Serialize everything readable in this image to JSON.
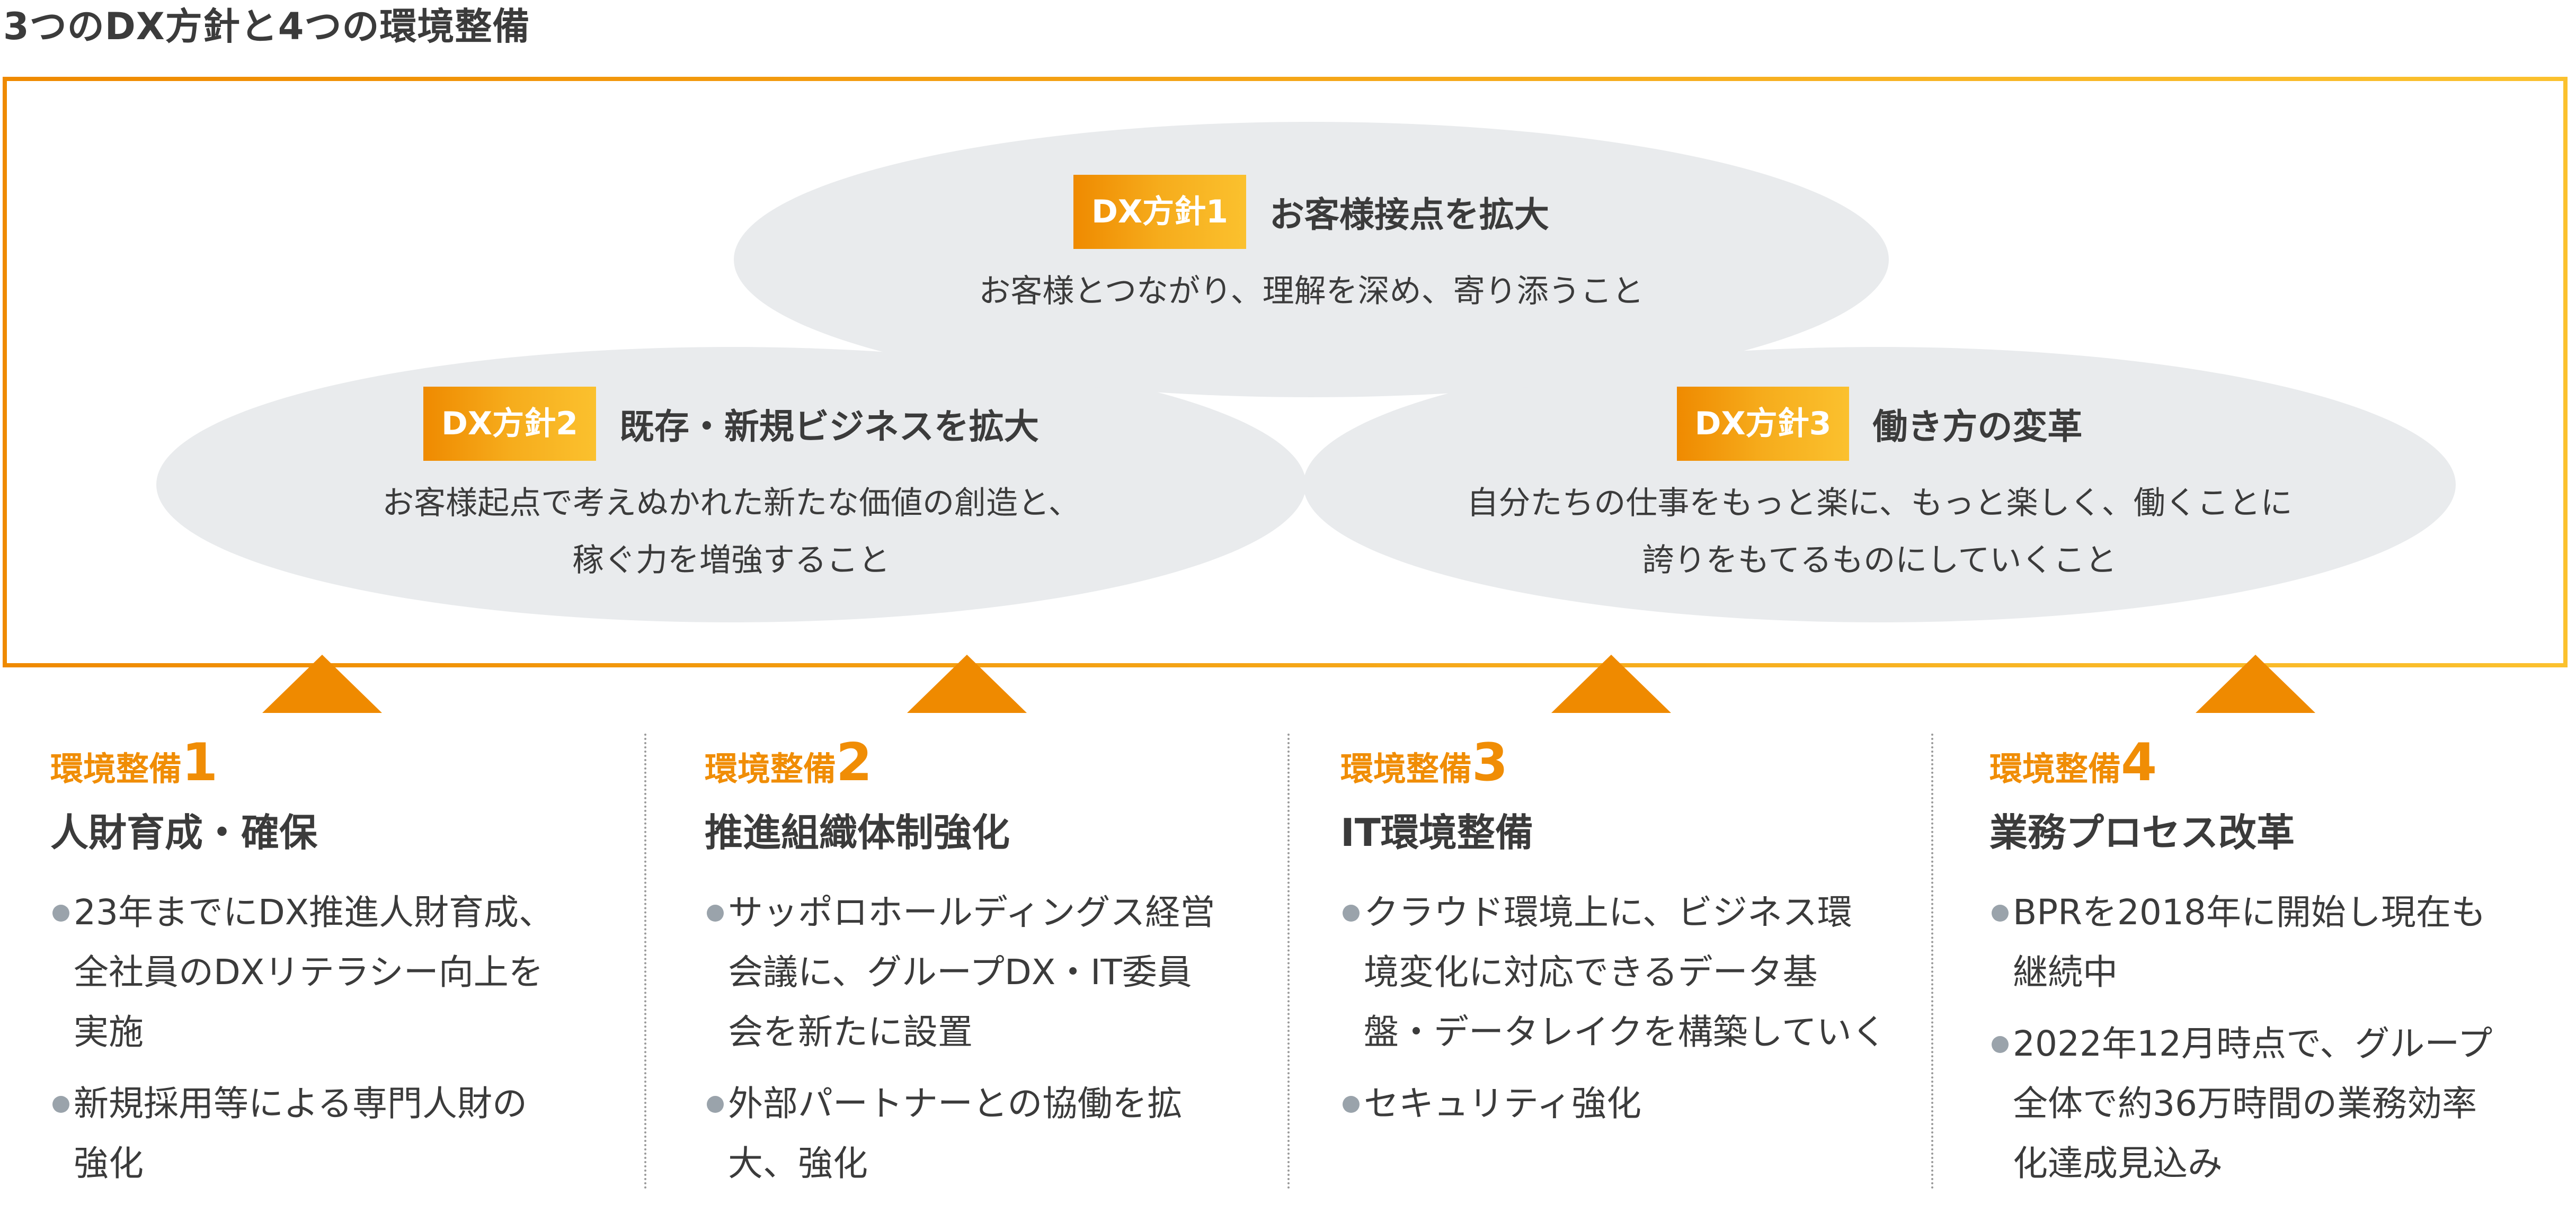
{
  "title": "3つのDX方針と4つの環境整備",
  "colors": {
    "accent": "#f08d05",
    "gradient_start": "#ef8a00",
    "gradient_end": "#fbc12e",
    "ellipse": "#e9ebed",
    "bullet": "#9aa3ab"
  },
  "policies": [
    {
      "badge": "DX方針1",
      "title": "お客様接点を拡大",
      "desc": [
        "お客様とつながり、理解を深め、寄り添うこと"
      ]
    },
    {
      "badge": "DX方針2",
      "title": "既存・新規ビジネスを拡大",
      "desc": [
        "お客様起点で考えぬかれた新たな価値の創造と、",
        "稼ぐ力を増強すること"
      ]
    },
    {
      "badge": "DX方針3",
      "title": "働き方の変革",
      "desc": [
        "自分たちの仕事をもっと楽に、もっと楽しく、働くことに",
        "誇りをもてるものにしていくこと"
      ]
    }
  ],
  "environments": [
    {
      "label": "環境整備",
      "num": "1",
      "title": "人財育成・確保",
      "items": [
        [
          "23年までにDX推進人財育成、",
          "全社員のDXリテラシー向上を",
          "実施"
        ],
        [
          "新規採用等による専門人財の",
          "強化"
        ]
      ]
    },
    {
      "label": "環境整備",
      "num": "2",
      "title": "推進組織体制強化",
      "items": [
        [
          "サッポロホールディングス経営",
          "会議に、グループDX・IT委員",
          "会を新たに設置"
        ],
        [
          "外部パートナーとの協働を拡",
          "大、強化"
        ]
      ]
    },
    {
      "label": "環境整備",
      "num": "3",
      "title": "IT環境整備",
      "items": [
        [
          "クラウド環境上に、ビジネス環",
          "境変化に対応できるデータ基",
          "盤・データレイクを構築していく"
        ],
        [
          "セキュリティ強化"
        ]
      ]
    },
    {
      "label": "環境整備",
      "num": "4",
      "title": "業務プロセス改革",
      "items": [
        [
          "BPRを2018年に開始し現在も",
          "継続中"
        ],
        [
          "2022年12月時点で、グループ",
          "全体で約36万時間の業務効率",
          "化達成見込み"
        ]
      ]
    }
  ]
}
